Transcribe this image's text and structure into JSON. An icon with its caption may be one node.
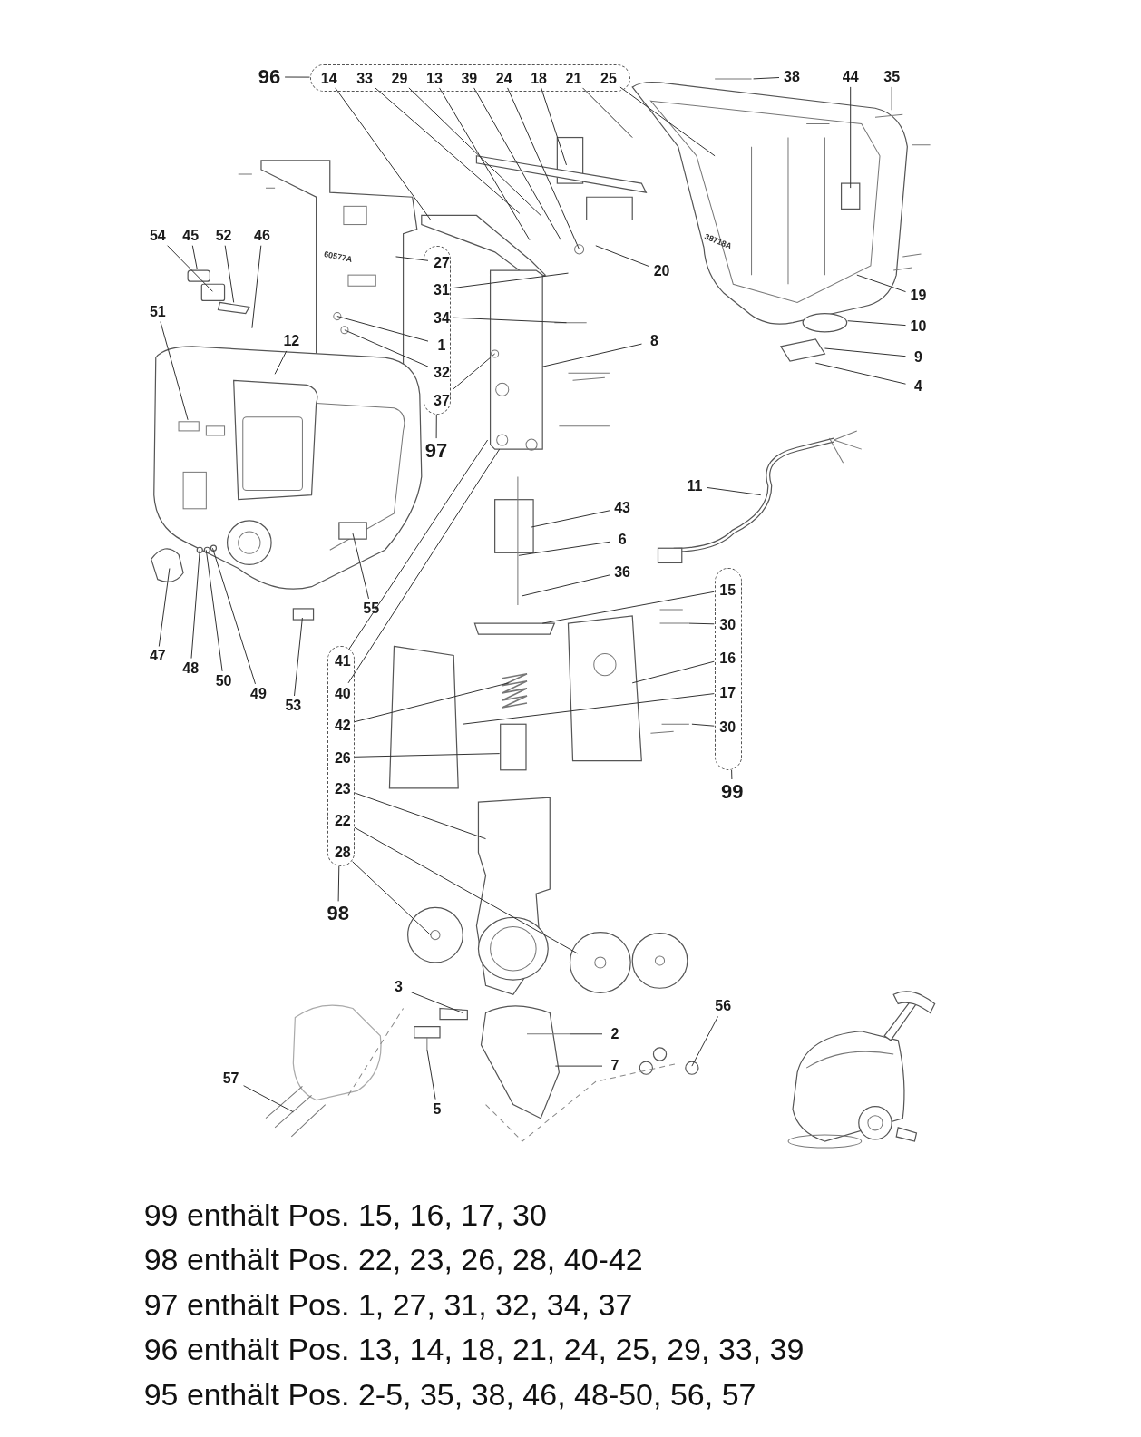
{
  "diagram": {
    "nodes": [
      {
        "text": [
          "96"
        ]
      },
      {
        "text": [],
        "shape": "box"
      },
      {
        "text": [
          "14"
        ],
        "in": 1
      },
      {
        "text": [
          "33"
        ],
        "in": 1
      },
      {
        "text": [
          "29"
        ],
        "in": 1
      },
      {
        "text": [
          "13"
        ],
        "in": 1
      },
      {
        "text": [
          "39"
        ],
        "in": 1
      },
      {
        "text": [
          "24"
        ],
        "in": 1
      },
      {
        "text": [
          "18"
        ],
        "in": 1
      },
      {
        "text": [
          "21"
        ],
        "in": 1
      },
      {
        "text": [
          "25"
        ],
        "in": 1
      },
      {
        "text": [
          "38"
        ]
      },
      {
        "text": [
          "44"
        ]
      },
      {
        "text": [
          "35"
        ]
      },
      {
        "text": [
          "54"
        ]
      },
      {
        "text": [
          "45"
        ]
      },
      {
        "text": [
          "52"
        ]
      },
      {
        "text": [
          "46"
        ]
      },
      {
        "text": [],
        "shape": "box"
      },
      {
        "text": [
          "27"
        ],
        "in": 18
      },
      {
        "text": [
          "31"
        ],
        "in": 18
      },
      {
        "text": [
          "34"
        ],
        "in": 18
      },
      {
        "text": [
          "1"
        ],
        "in": 18
      },
      {
        "text": [
          "32"
        ],
        "in": 18
      },
      {
        "text": [
          "37"
        ],
        "in": 18
      },
      {
        "text": [
          "20"
        ]
      },
      {
        "text": [
          "19"
        ]
      },
      {
        "text": [
          "51"
        ]
      },
      {
        "text": [
          "12"
        ]
      },
      {
        "text": [
          "10"
        ]
      },
      {
        "text": [
          "8"
        ]
      },
      {
        "text": [
          "9"
        ]
      },
      {
        "text": [
          "4"
        ]
      },
      {
        "text": [
          "97"
        ]
      },
      {
        "text": [
          "11"
        ]
      },
      {
        "text": [
          "43"
        ]
      },
      {
        "text": [
          "6"
        ]
      },
      {
        "text": [
          "36"
        ]
      },
      {
        "text": [],
        "shape": "box"
      },
      {
        "text": [
          "15"
        ],
        "in": 38
      },
      {
        "text": [
          "30"
        ],
        "in": 38
      },
      {
        "text": [
          "16"
        ],
        "in": 38
      },
      {
        "text": [
          "17"
        ],
        "in": 38
      },
      {
        "text": [
          "30"
        ],
        "in": 38
      },
      {
        "text": [
          "55"
        ]
      },
      {
        "text": [
          "47"
        ]
      },
      {
        "text": [
          "48"
        ]
      },
      {
        "text": [
          "50"
        ]
      },
      {
        "text": [
          "49"
        ]
      },
      {
        "text": [
          "53"
        ]
      },
      {
        "text": [],
        "shape": "box"
      },
      {
        "text": [
          "41"
        ],
        "in": 50
      },
      {
        "text": [
          "40"
        ],
        "in": 50
      },
      {
        "text": [
          "42"
        ],
        "in": 50
      },
      {
        "text": [
          "26"
        ],
        "in": 50
      },
      {
        "text": [
          "23"
        ],
        "in": 50
      },
      {
        "text": [
          "22"
        ],
        "in": 50
      },
      {
        "text": [
          "28"
        ],
        "in": 50
      },
      {
        "text": [
          "99"
        ]
      },
      {
        "text": [
          "98"
        ]
      },
      {
        "text": [
          "3"
        ]
      },
      {
        "text": [
          "56"
        ]
      },
      {
        "text": [
          "2"
        ]
      },
      {
        "text": [
          "7"
        ]
      },
      {
        "text": [
          "57"
        ]
      },
      {
        "text": [
          "5"
        ]
      }
    ],
    "edges": [
      {
        "from": 0,
        "to": 1,
        "arrow": "none"
      },
      {
        "from": 33,
        "to": 18,
        "arrow": "none"
      },
      {
        "from": 58,
        "to": 38,
        "arrow": "none"
      },
      {
        "from": 59,
        "to": 50,
        "arrow": "none"
      },
      {
        "from": 2,
        "to": null,
        "arrow": "none"
      },
      {
        "from": 3,
        "to": null,
        "arrow": "none"
      },
      {
        "from": 4,
        "to": null,
        "arrow": "none"
      },
      {
        "from": 5,
        "to": null,
        "arrow": "none"
      },
      {
        "from": 6,
        "to": null,
        "arrow": "none"
      },
      {
        "from": 7,
        "to": null,
        "arrow": "none"
      },
      {
        "from": 8,
        "to": null,
        "arrow": "none"
      },
      {
        "from": 9,
        "to": null,
        "arrow": "none"
      },
      {
        "from": 10,
        "to": null,
        "arrow": "none"
      },
      {
        "from": 11,
        "to": null,
        "arrow": "none"
      },
      {
        "from": 12,
        "to": null,
        "arrow": "none"
      },
      {
        "from": 13,
        "to": null,
        "arrow": "none"
      },
      {
        "from": 14,
        "to": null,
        "arrow": "none"
      },
      {
        "from": 15,
        "to": null,
        "arrow": "none"
      },
      {
        "from": 16,
        "to": null,
        "arrow": "none"
      },
      {
        "from": 17,
        "to": null,
        "arrow": "none"
      },
      {
        "from": 19,
        "to": null,
        "arrow": "none"
      },
      {
        "from": 20,
        "to": null,
        "arrow": "none"
      },
      {
        "from": 21,
        "to": null,
        "arrow": "none"
      },
      {
        "from": 22,
        "to": null,
        "arrow": "none"
      },
      {
        "from": 23,
        "to": null,
        "arrow": "none"
      },
      {
        "from": 24,
        "to": null,
        "arrow": "none"
      },
      {
        "from": 25,
        "to": null,
        "arrow": "none"
      },
      {
        "from": 26,
        "to": null,
        "arrow": "none"
      },
      {
        "from": 27,
        "to": null,
        "arrow": "none"
      },
      {
        "from": 28,
        "to": null,
        "arrow": "none"
      },
      {
        "from": 29,
        "to": null,
        "arrow": "none"
      },
      {
        "from": 30,
        "to": null,
        "arrow": "none"
      },
      {
        "from": 31,
        "to": null,
        "arrow": "none"
      },
      {
        "from": 32,
        "to": null,
        "arrow": "none"
      },
      {
        "from": 34,
        "to": null,
        "arrow": "none"
      },
      {
        "from": 35,
        "to": null,
        "arrow": "none"
      },
      {
        "from": 36,
        "to": null,
        "arrow": "none"
      },
      {
        "from": 37,
        "to": null,
        "arrow": "none"
      },
      {
        "from": 39,
        "to": null,
        "arrow": "none"
      },
      {
        "from": 40,
        "to": null,
        "arrow": "none"
      },
      {
        "from": 41,
        "to": null,
        "arrow": "none"
      },
      {
        "from": 42,
        "to": null,
        "arrow": "none"
      },
      {
        "from": 43,
        "to": null,
        "arrow": "none"
      },
      {
        "from": 44,
        "to": null,
        "arrow": "none"
      },
      {
        "from": 45,
        "to": null,
        "arrow": "none"
      },
      {
        "from": 46,
        "to": null,
        "arrow": "none"
      },
      {
        "from": 47,
        "to": null,
        "arrow": "none"
      },
      {
        "from": 48,
        "to": null,
        "arrow": "none"
      },
      {
        "from": 49,
        "to": null,
        "arrow": "none"
      },
      {
        "from": 51,
        "to": null,
        "arrow": "none"
      },
      {
        "from": 52,
        "to": null,
        "arrow": "none"
      },
      {
        "from": 53,
        "to": null,
        "arrow": "none"
      },
      {
        "from": 54,
        "to": null,
        "arrow": "none"
      },
      {
        "from": 55,
        "to": null,
        "arrow": "none"
      },
      {
        "from": 56,
        "to": null,
        "arrow": "none"
      },
      {
        "from": 57,
        "to": null,
        "arrow": "none"
      },
      {
        "from": 60,
        "to": null,
        "arrow": "none"
      },
      {
        "from": 61,
        "to": null,
        "arrow": "none"
      },
      {
        "from": 62,
        "to": null,
        "arrow": "none"
      },
      {
        "from": 63,
        "to": null,
        "arrow": "none"
      },
      {
        "from": 64,
        "to": null,
        "arrow": "none"
      },
      {
        "from": 65,
        "to": null,
        "arrow": "none"
      }
    ],
    "labels": [
      "60577A",
      "38718A",
      "99 enthält Pos. 15, 16, 17, 30",
      "98 enthält Pos. 22, 23, 26, 28, 40-42",
      "97 enthält Pos. 1, 27, 31, 32, 34, 37",
      "96 enthält Pos. 13, 14, 18, 21, 24, 25, 29, 33, 39",
      "95 enthält Pos. 2-5, 35, 38, 46, 48-50, 56, 57"
    ]
  }
}
